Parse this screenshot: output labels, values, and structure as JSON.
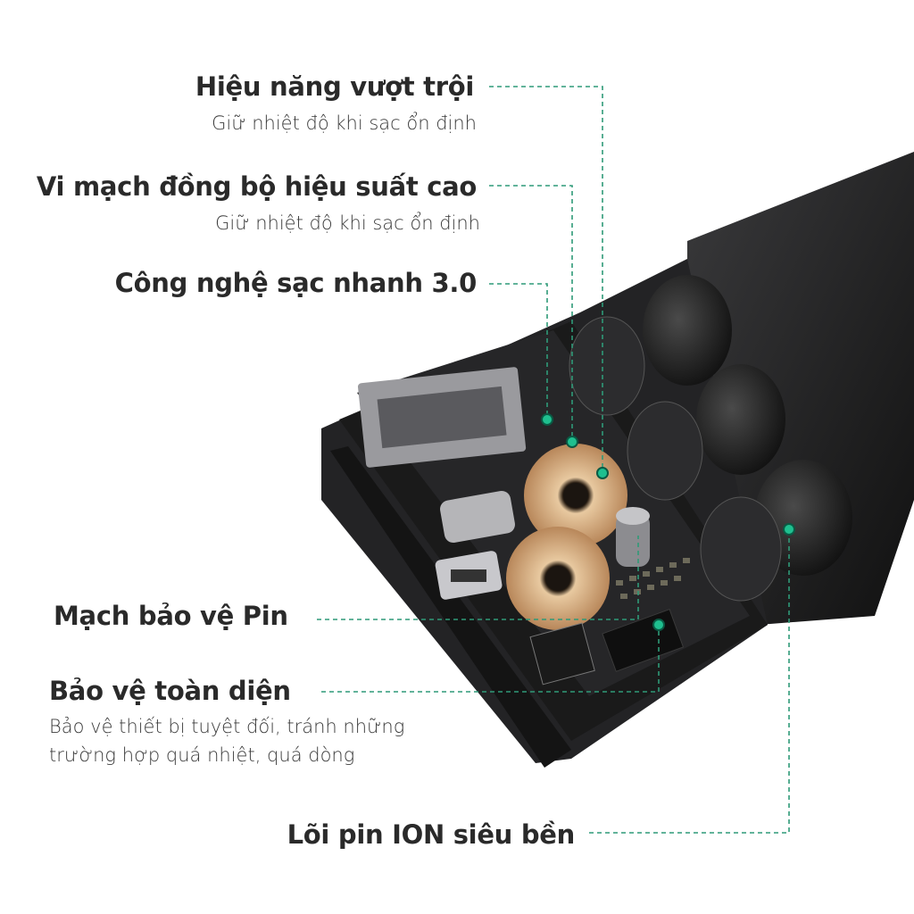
{
  "colors": {
    "leader_line": "#2f9a78",
    "dot": "#1fbf8f",
    "device_body": "#1c1c1e",
    "text": "#2a2a2a"
  },
  "features": [
    {
      "title": "Hiệu năng vượt trội",
      "subtitle": "Giữ nhiệt độ khi sạc ổn định"
    },
    {
      "title": "Vi mạch đồng bộ hiệu suất cao",
      "subtitle": "Giữ nhiệt độ khi sạc ổn định"
    },
    {
      "title": "Công nghệ sạc nhanh 3.0"
    },
    {
      "title": "Mạch bảo vệ Pin"
    },
    {
      "title": "Bảo vệ toàn diện",
      "subtitle_lines": [
        "Bảo vệ thiết bị tuyệt đối, tránh những",
        "trường hợp quá nhiệt, quá dòng"
      ]
    },
    {
      "title": "Lõi pin ION siêu bền"
    }
  ]
}
